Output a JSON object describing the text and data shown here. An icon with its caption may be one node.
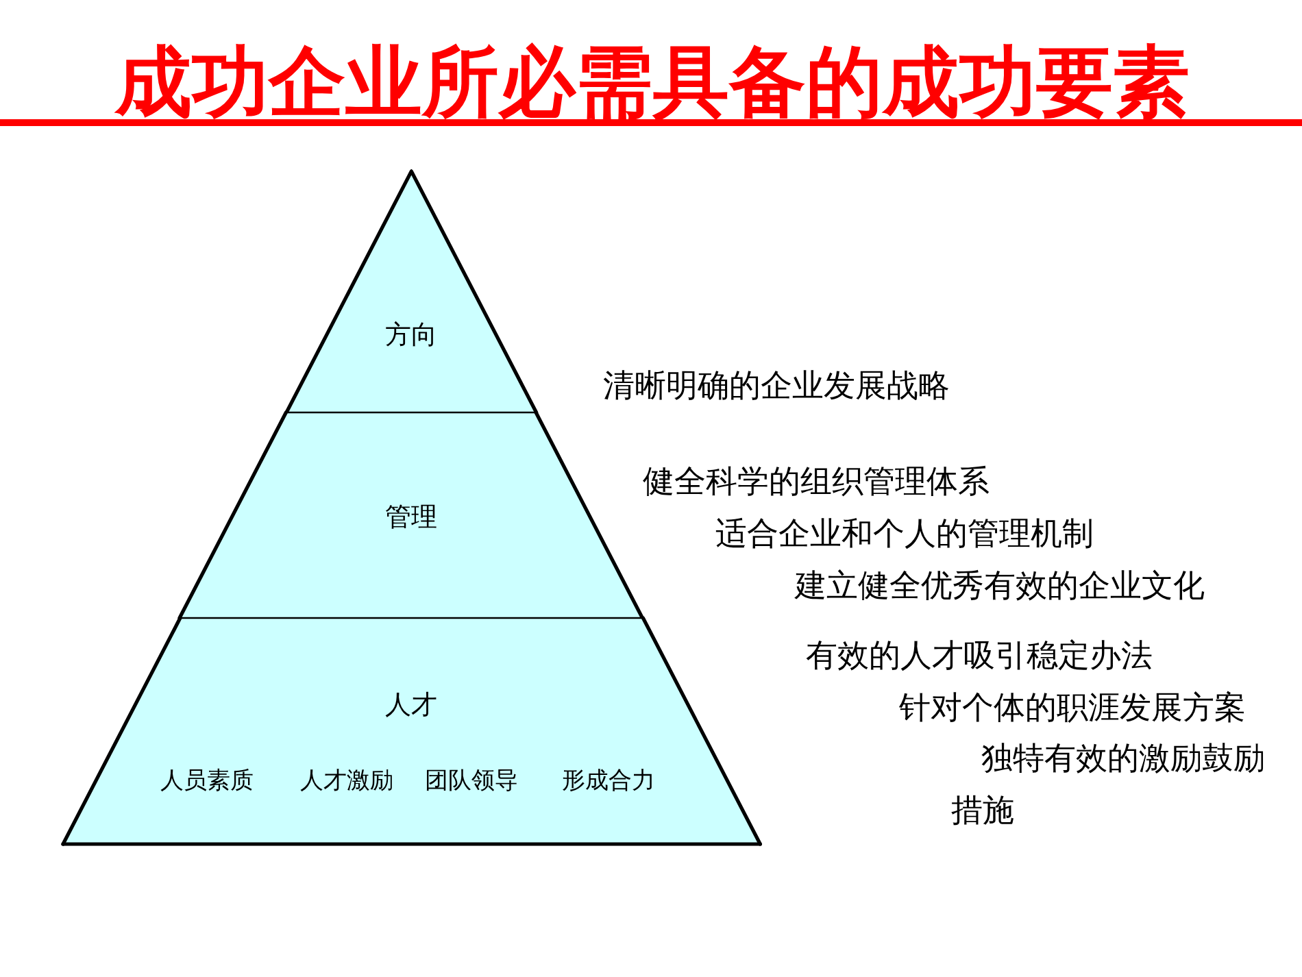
{
  "diagram": {
    "title": "成功企业所必需具备的成功要素",
    "nodes": [
      {
        "text": [
          "方向"
        ]
      },
      {
        "text": [
          "管理"
        ]
      },
      {
        "text": [
          "人才",
          "人员素质",
          "人才激励",
          "团队领导",
          "形成合力"
        ]
      }
    ],
    "labels": [
      "清晰明确的企业发展战略",
      "健全科学的组织管理体系",
      "适合企业和个人的管理机制",
      "建立健全优秀有效的企业文化",
      "有效的人才吸引稳定办法",
      "针对个体的职涯发展方案",
      "独特有效的激励鼓励措施"
    ]
  }
}
